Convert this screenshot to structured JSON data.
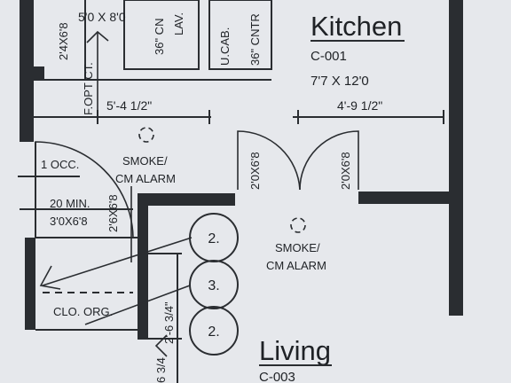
{
  "rooms": {
    "kitchen": {
      "name": "Kitchen",
      "code": "C-001",
      "size": "7'7 X 12'0"
    },
    "living": {
      "name": "Living",
      "code": "C-003"
    }
  },
  "dimensions": {
    "kitchen_right": "4'-9 1/2\"",
    "left_run": "5'-4 1/2\"",
    "top_width": "5'0 X 8'0",
    "top_left": "2'4X6'8",
    "closet_side": "2'-6 3/4\"",
    "bottom_left": "6 3/4"
  },
  "doors": {
    "kitchen_left": "2'0X6'8",
    "kitchen_right": "2'0X6'8",
    "closet": "2'6X6'8",
    "entry": "3'0X6'8"
  },
  "labels": {
    "cabinet_top": "36\" CN",
    "lav": "LAV.",
    "ucab": "U.CAB.",
    "cntr": "36\" CNTR",
    "fopt_ct": "F.OPT CT.",
    "occupancy": "1 OCC.",
    "fire_rating": "20 MIN.",
    "closet": "CLO. ORG.",
    "smoke_alarm_1": [
      "SMOKE/",
      "CM ALARM"
    ],
    "smoke_alarm_2": [
      "SMOKE/",
      "CM ALARM"
    ]
  },
  "callouts": [
    "2.",
    "3.",
    "2."
  ],
  "colors": {
    "ink": "#1f2226",
    "wall": "#2a2d31",
    "paper": "#e6e8ec"
  }
}
